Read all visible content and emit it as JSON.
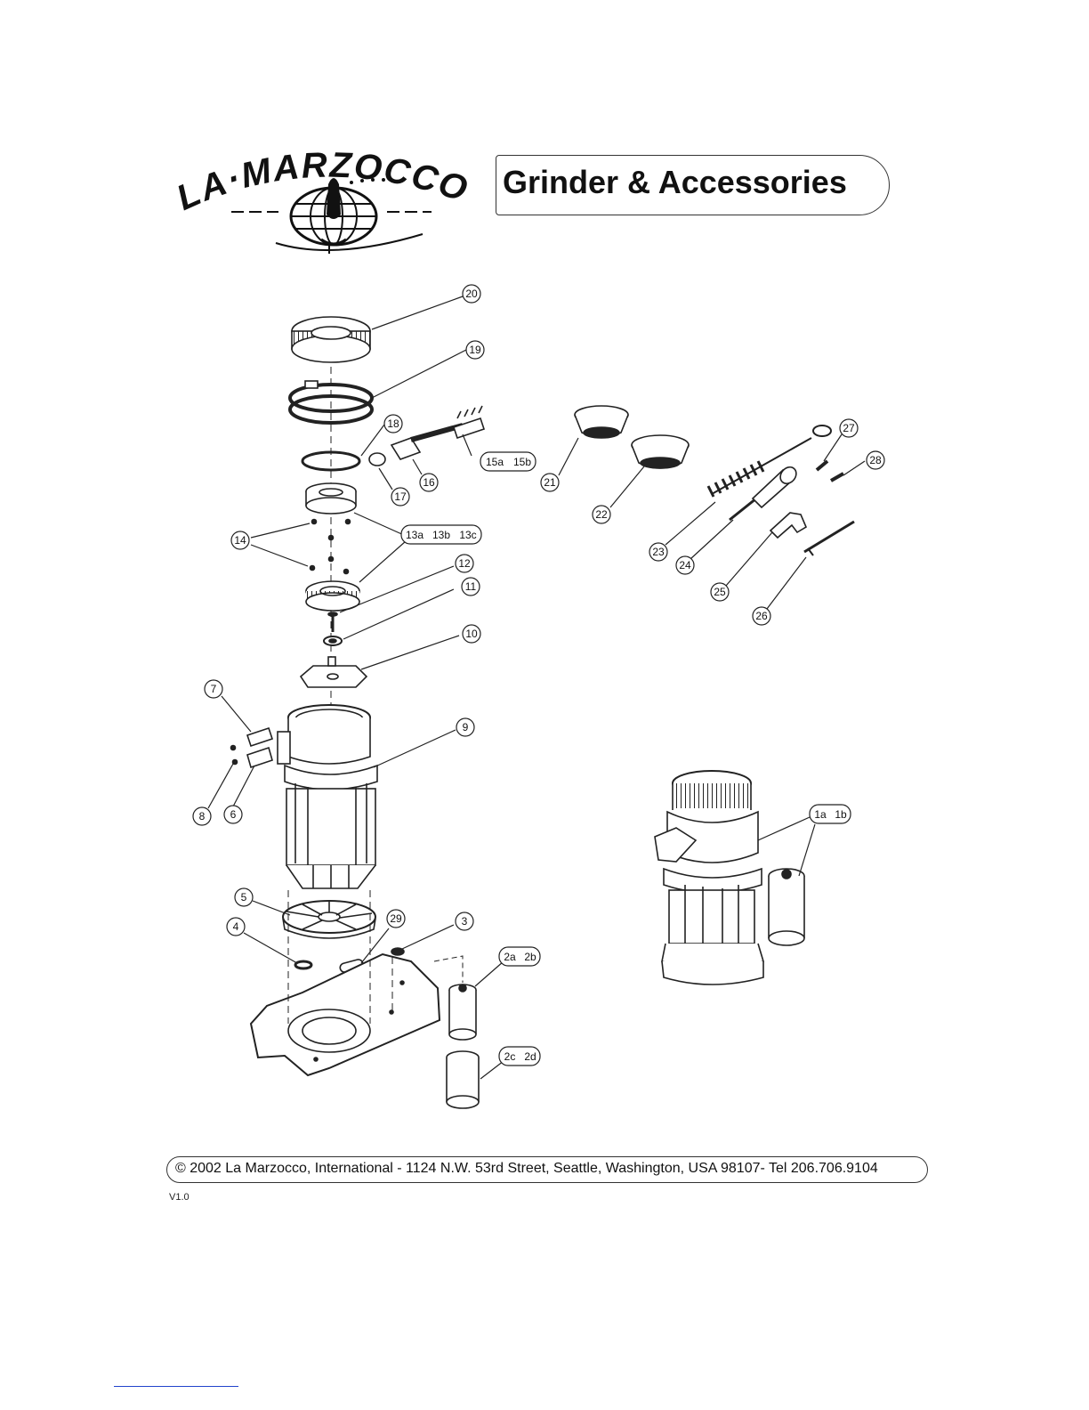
{
  "brand": {
    "logo_text": "LA·MARZOCCO"
  },
  "header": {
    "title": "Grinder & Accessories"
  },
  "callouts": [
    "20",
    "19",
    "18",
    "16",
    "17",
    "13a",
    "13b",
    "13c",
    "14",
    "12",
    "11",
    "10",
    "7",
    "9",
    "8",
    "6",
    "5",
    "29",
    "3",
    "4",
    "2a",
    "2b",
    "2c",
    "2d",
    "15a",
    "15b",
    "21",
    "22",
    "27",
    "28",
    "23",
    "24",
    "25",
    "26",
    "1a",
    "1b"
  ],
  "footer": {
    "text": "© 2002 La Marzocco, International - 1124 N.W. 53rd Street, Seattle, Washington, USA 98107- Tel 206.706.9104",
    "version": "V1.0"
  }
}
